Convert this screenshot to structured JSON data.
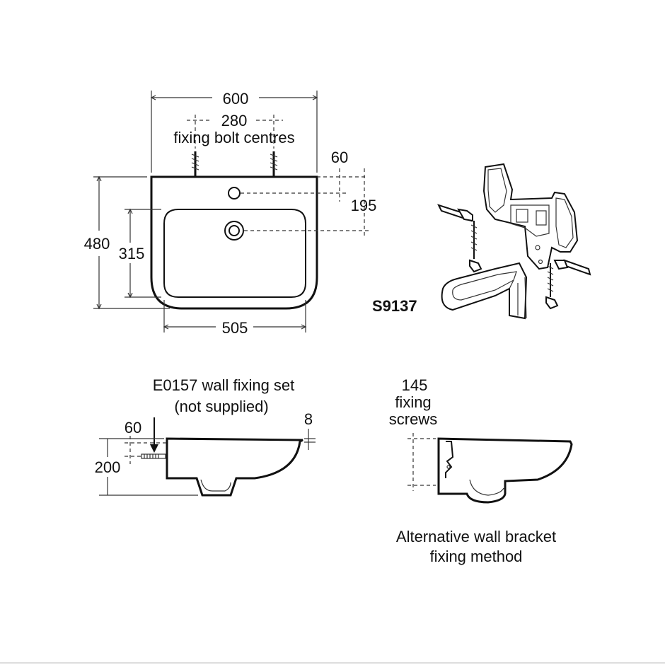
{
  "plan_view": {
    "overall_width": "600",
    "bolt_centres": "280",
    "bolt_caption": "fixing bolt centres",
    "tap_offset": "60",
    "waste_offset": "195",
    "overall_depth": "480",
    "bowl_depth": "315",
    "bowl_width": "505"
  },
  "bracket": {
    "code": "S9137"
  },
  "side_view": {
    "fixing_set_line1": "E0157 wall fixing set",
    "fixing_set_line2": "(not supplied)",
    "offset": "60",
    "height": "200",
    "rim": "8"
  },
  "alt_view": {
    "screws_value": "145",
    "screws_line1": "fixing",
    "screws_line2": "screws",
    "caption_line1": "Alternative wall bracket",
    "caption_line2": "fixing method"
  }
}
